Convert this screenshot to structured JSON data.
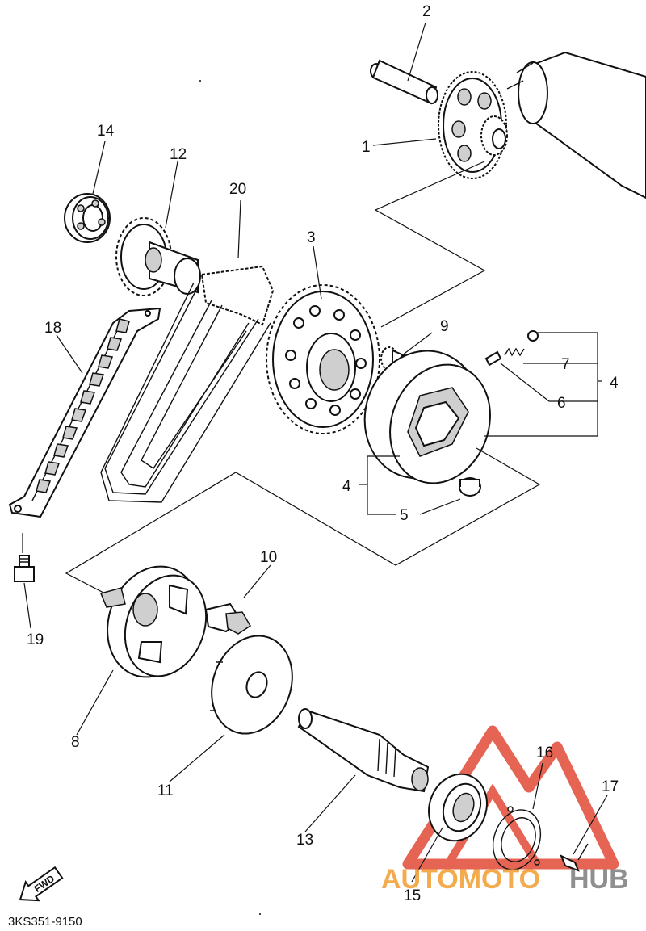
{
  "diagram": {
    "drawing_code": "3KS351-9150",
    "watermark": {
      "text_left": "AUTOMOTO",
      "text_right": "HUB",
      "colors": {
        "accent": "#e24a36",
        "orange": "#f2a23b",
        "gray": "#8a8a8a"
      }
    },
    "fwd_badge": "FWD",
    "callouts": [
      "1",
      "2",
      "3",
      "4",
      "4",
      "5",
      "6",
      "7",
      "8",
      "9",
      "10",
      "11",
      "12",
      "13",
      "14",
      "15",
      "16",
      "17",
      "18",
      "19",
      "20"
    ]
  }
}
